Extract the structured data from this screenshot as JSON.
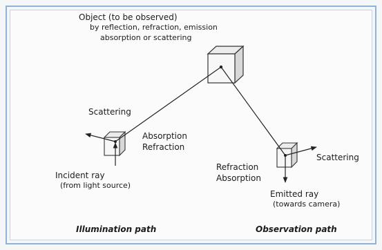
{
  "object": {
    "line1": "Object (to be observed)",
    "line2": "by reflection, refraction, emission",
    "line3": "absorption or scattering"
  },
  "left_cube": {
    "scattering": "Scattering",
    "absorption": "Absorption",
    "refraction": "Refraction",
    "incident_line1": "Incident ray",
    "incident_line2": "(from light source)"
  },
  "right_cube": {
    "refraction": "Refraction",
    "absorption": "Absorption",
    "scattering": "Scattering",
    "emitted_line1": "Emitted ray",
    "emitted_line2": "(towards camera)"
  },
  "paths": {
    "illumination": "Illumination path",
    "observation": "Observation path"
  }
}
